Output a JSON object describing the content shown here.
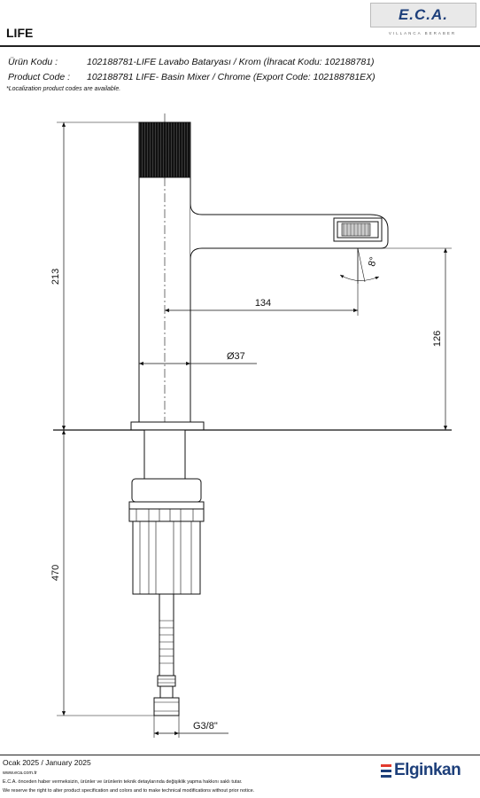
{
  "header": {
    "title": "LIFE",
    "brand_logo": "E.C.A.",
    "brand_tagline": "VILLANCA BERABER"
  },
  "product": {
    "tr_label": "Ürün Kodu :",
    "tr_value": "102188781-LIFE Lavabo Bataryası / Krom (İhracat Kodu: 102188781)",
    "en_label": "Product Code :",
    "en_value": "102188781 LIFE- Basin Mixer / Chrome (Export Code: 102188781EX)",
    "note": "*Localization product codes are available."
  },
  "dimensions": {
    "height_body": "213",
    "spout_reach": "134",
    "diameter": "Ø37",
    "spout_height": "126",
    "angle": "8°",
    "hose_length": "470",
    "thread": "G3/8\""
  },
  "footer": {
    "date": "Ocak 2025 / January 2025",
    "website": "www.eca.com.tr",
    "disclaimer_tr": "E.C.A. önceden haber vermeksizin, ürünler ve ürünlerin teknik detaylarında değişiklik yapma hakkını saklı tutar.",
    "disclaimer_en": "We reserve the right to alter product specification and colors and to make technical modifications without prior notice.",
    "brand": "Elginkan"
  }
}
